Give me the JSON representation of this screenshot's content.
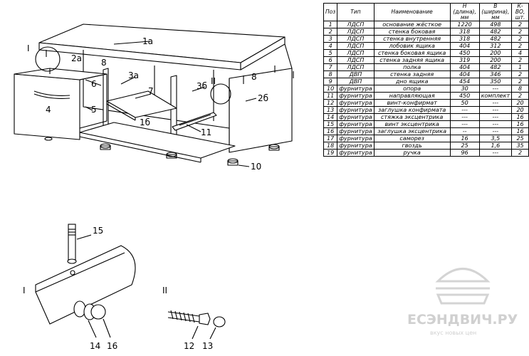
{
  "table": {
    "headers": [
      "Поз",
      "Тип",
      "Наименование",
      "H (длина), мм",
      "B (ширина), мм",
      "К-ВО, шт."
    ],
    "rows": [
      [
        "1",
        "ЛДСП",
        "основание жёсткое",
        "1220",
        "498",
        "2"
      ],
      [
        "2",
        "ЛДСП",
        "стенка боковая",
        "318",
        "482",
        "2"
      ],
      [
        "3",
        "ЛДСП",
        "стенка внутренняя",
        "318",
        "482",
        "2"
      ],
      [
        "4",
        "ЛДСП",
        "лобовик ящика",
        "404",
        "312",
        "2"
      ],
      [
        "5",
        "ЛДСП",
        "стенка боковая ящика",
        "450",
        "200",
        "4"
      ],
      [
        "6",
        "ЛДСП",
        "стенка задняя ящика",
        "319",
        "200",
        "2"
      ],
      [
        "7",
        "ЛДСП",
        "полка",
        "404",
        "482",
        "1"
      ],
      [
        "8",
        "ДВП",
        "стенка задняя",
        "404",
        "346",
        "2"
      ],
      [
        "9",
        "ДВП",
        "дно ящика",
        "454",
        "350",
        "2"
      ],
      [
        "10",
        "фурнитура",
        "опора",
        "30",
        "---",
        "8"
      ],
      [
        "11",
        "фурнитура",
        "направляющая",
        "450",
        "комплект",
        "2"
      ],
      [
        "12",
        "фурнитура",
        "винт-конфирмат",
        "50",
        "---",
        "20"
      ],
      [
        "13",
        "фурнитура",
        "заглушка конфирмата",
        "---",
        "---",
        "20"
      ],
      [
        "14",
        "фурнитура",
        "стяжка эксцентрика",
        "---",
        "---",
        "16"
      ],
      [
        "15",
        "фурнитура",
        "винт эксцентрика",
        "---",
        "---",
        "16"
      ],
      [
        "16",
        "фурнитура",
        "заглушка эксцентрика",
        "--",
        "---",
        "16"
      ],
      [
        "17",
        "фурнитура",
        "саморез",
        "16",
        "3,5",
        "25"
      ],
      [
        "18",
        "фурнитура",
        "гвоздь",
        "25",
        "1,6",
        "35"
      ],
      [
        "19",
        "фурнитура",
        "ручка",
        "96",
        "---",
        "2"
      ]
    ]
  },
  "labels": {
    "p1a": "1а",
    "p2a": "2а",
    "p8a": "8",
    "p8b": "8",
    "p3a": "3а",
    "p6": "6",
    "p7": "7",
    "p3b": "3б",
    "p4": "4",
    "p5": "5",
    "p1b": "1б",
    "p2b": "2б",
    "p11": "11",
    "p10": "10",
    "callout1": "I",
    "callout2": "II",
    "p15": "15",
    "detail1": "I",
    "p14": "14",
    "p16": "16",
    "detail2": "II",
    "p12": "12",
    "p13": "13"
  },
  "watermark": {
    "brand": "ЕСЭНДВИЧ.РУ",
    "tagline": "вкус новых цен"
  }
}
